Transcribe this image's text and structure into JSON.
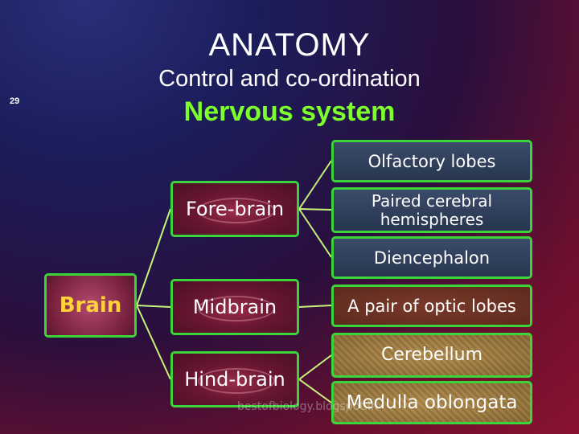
{
  "header": {
    "title": "ANATOMY",
    "subtitle": "Control and co-ordination",
    "topic": "Nervous system",
    "slide_number": "29"
  },
  "diagram": {
    "root": "Brain",
    "parts": {
      "fore": "Fore-brain",
      "mid": "Midbrain",
      "hind": "Hind-brain"
    },
    "fore_children": {
      "olfactory": "Olfactory lobes",
      "cerebral": "Paired cerebral hemispheres",
      "diencephalon": "Diencephalon"
    },
    "mid_children": {
      "optic": "A pair of optic lobes"
    },
    "hind_children": {
      "cerebellum": "Cerebellum",
      "medulla": "Medulla oblongata"
    },
    "colors": {
      "connector": "#c7f27a",
      "border": "#3bd43b",
      "root_text": "#ffd23a",
      "topic_text": "#7cff2a"
    }
  },
  "footer": {
    "watermark": "bestofbiology.blogspot.in"
  }
}
